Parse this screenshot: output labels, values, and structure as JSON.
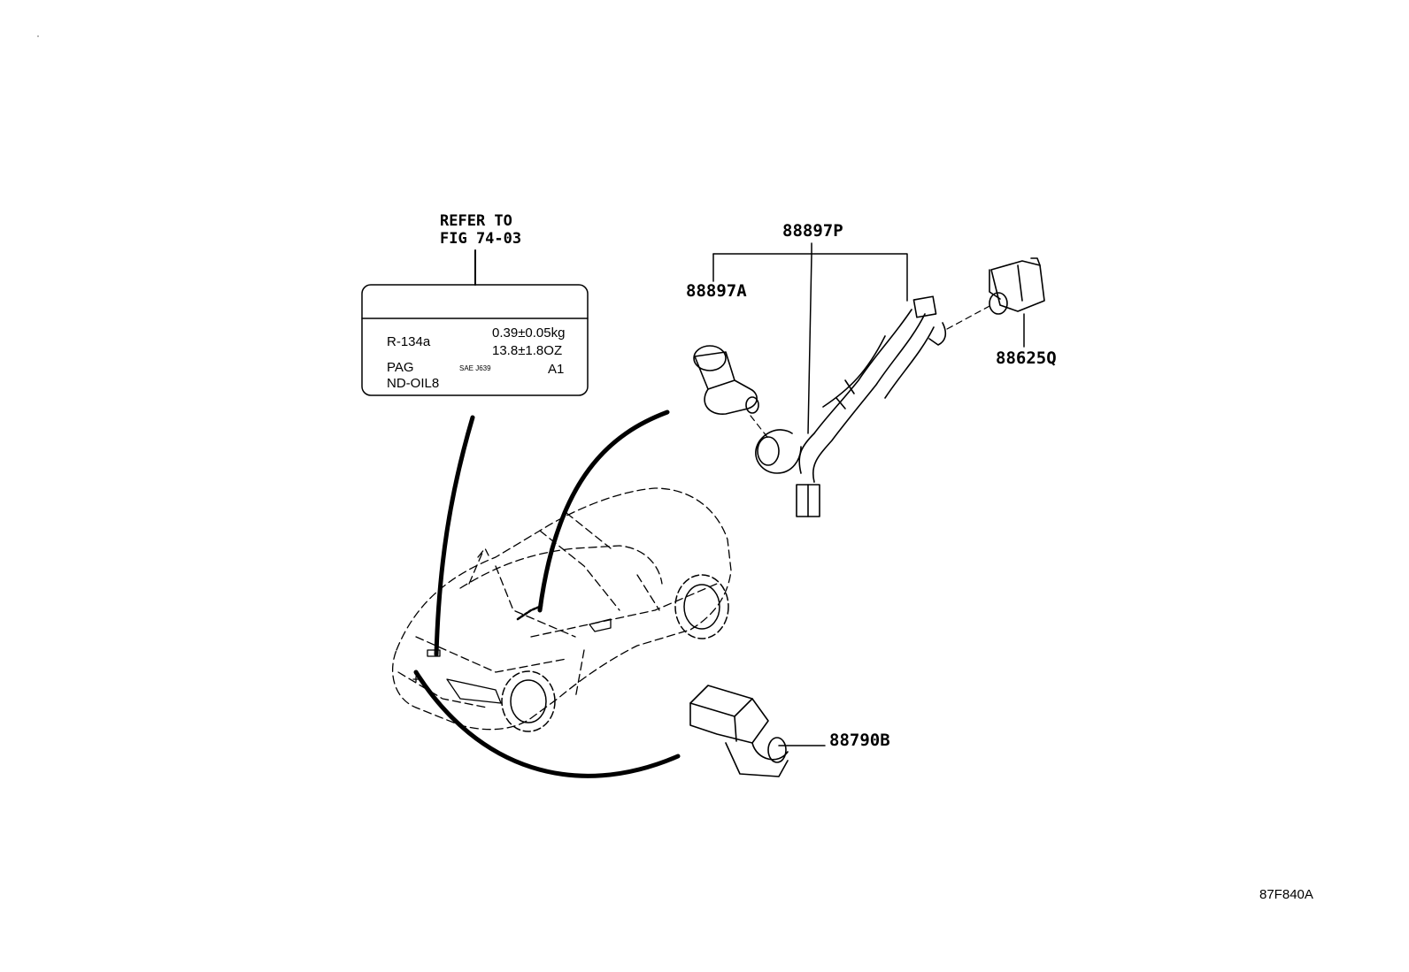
{
  "reference_note": {
    "line1": "REFER TO",
    "line2": "FIG 74-03"
  },
  "label_plate": {
    "refrigerant": "R-134a",
    "charge_kg": "0.39±0.05kg",
    "charge_oz": "13.8±1.8OZ",
    "oil_type": "PAG",
    "standard": "SAE J639",
    "code": "A1",
    "oil_name": "ND-OIL8"
  },
  "part_callouts": {
    "harness": "88897P",
    "sensor_a": "88897A",
    "sensor_q": "88625Q",
    "sensor_b": "88790B"
  },
  "figure_code": "87F840A"
}
